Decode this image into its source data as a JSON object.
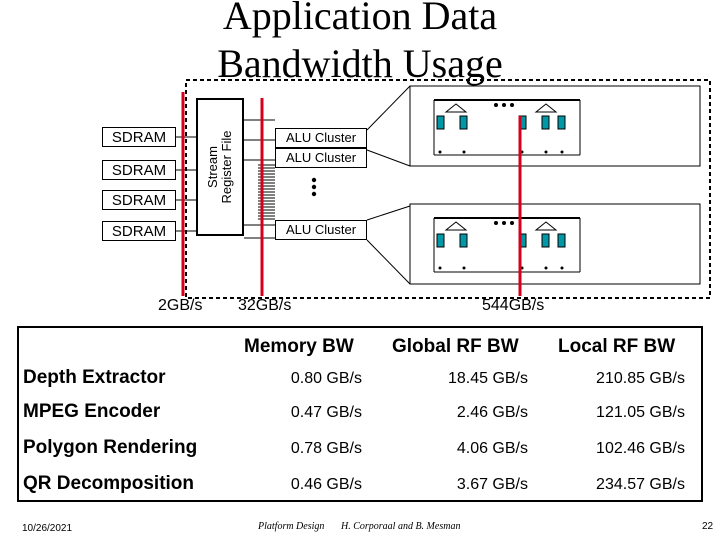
{
  "title": {
    "line1": "Application Data",
    "line2": "Bandwidth Usage"
  },
  "diagram": {
    "sdram_labels": [
      "SDRAM",
      "SDRAM",
      "SDRAM",
      "SDRAM"
    ],
    "stream_register_file": {
      "line1": "Stream",
      "line2": "Register File"
    },
    "alu_clusters": [
      "ALU Cluster",
      "ALU Cluster",
      "ALU Cluster"
    ],
    "bandwidth_labels": {
      "memory": "2GB/s",
      "global": "32GB/s",
      "local": "544GB/s"
    },
    "colors": {
      "bandwidth_line": "#d6001c",
      "cluster_unit": "#0097a7",
      "border": "#000000"
    }
  },
  "table": {
    "headers": [
      "Memory BW",
      "Global RF BW",
      "Local RF BW"
    ],
    "rows": [
      {
        "name": "Depth Extractor",
        "values": [
          "0.80 GB/s",
          "18.45 GB/s",
          "210.85 GB/s"
        ]
      },
      {
        "name": "MPEG Encoder",
        "values": [
          "0.47 GB/s",
          "2.46 GB/s",
          "121.05 GB/s"
        ]
      },
      {
        "name": "Polygon Rendering",
        "values": [
          "0.78 GB/s",
          "4.06 GB/s",
          "102.46 GB/s"
        ]
      },
      {
        "name": "QR Decomposition",
        "values": [
          "0.46 GB/s",
          "3.67 GB/s",
          "234.57 GB/s"
        ]
      }
    ]
  },
  "footer": {
    "date": "10/26/2021",
    "course": "Platform Design",
    "authors": "H. Corporaal and B. Mesman",
    "page": "22"
  }
}
